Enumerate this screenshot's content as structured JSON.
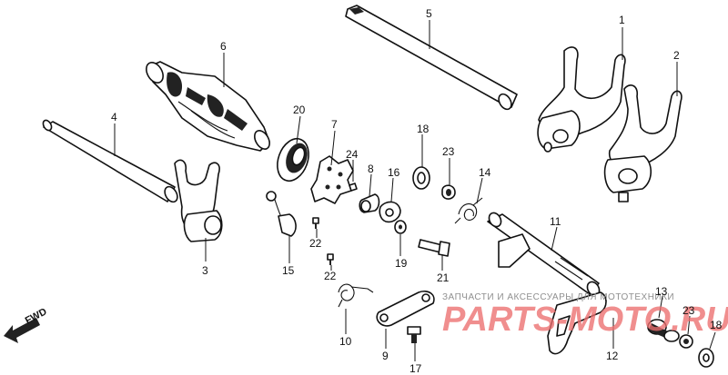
{
  "diagram": {
    "fwd_label": "FWD",
    "watermark": {
      "top_text": "ЗАПЧАСТИ И АКСЕССУАРЫ ДЛЯ МОТОТЕХНИКИ",
      "logo_text": "PARTS-MOTO.RU"
    },
    "callouts": [
      {
        "id": "1",
        "label": "1"
      },
      {
        "id": "2",
        "label": "2"
      },
      {
        "id": "3",
        "label": "3"
      },
      {
        "id": "4",
        "label": "4"
      },
      {
        "id": "5",
        "label": "5"
      },
      {
        "id": "6",
        "label": "6"
      },
      {
        "id": "7",
        "label": "7"
      },
      {
        "id": "8",
        "label": "8"
      },
      {
        "id": "9",
        "label": "9"
      },
      {
        "id": "10",
        "label": "10"
      },
      {
        "id": "11",
        "label": "11"
      },
      {
        "id": "12",
        "label": "12"
      },
      {
        "id": "13",
        "label": "13"
      },
      {
        "id": "14",
        "label": "14"
      },
      {
        "id": "15",
        "label": "15"
      },
      {
        "id": "16",
        "label": "16"
      },
      {
        "id": "17",
        "label": "17"
      },
      {
        "id": "18a",
        "label": "18"
      },
      {
        "id": "18b",
        "label": "18"
      },
      {
        "id": "19",
        "label": "19"
      },
      {
        "id": "20",
        "label": "20"
      },
      {
        "id": "21",
        "label": "21"
      },
      {
        "id": "22a",
        "label": "22"
      },
      {
        "id": "22b",
        "label": "22"
      },
      {
        "id": "23a",
        "label": "23"
      },
      {
        "id": "23b",
        "label": "23"
      },
      {
        "id": "24",
        "label": "24"
      }
    ]
  }
}
